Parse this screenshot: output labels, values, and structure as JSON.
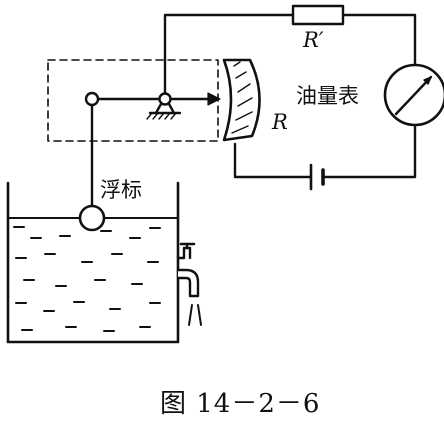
{
  "labels": {
    "resistor_fixed": "R′",
    "resistor_variable": "R",
    "fuel_gauge": "油量表",
    "float": "浮标"
  },
  "caption": "图 14－2－6",
  "colors": {
    "ink": "#111111",
    "background": "#ffffff"
  }
}
